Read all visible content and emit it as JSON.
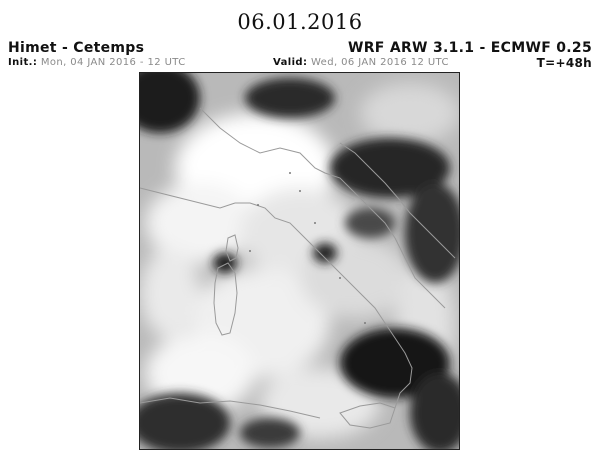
{
  "page": {
    "title": "06.01.2016"
  },
  "header": {
    "left_title": "Himet - Cetemps",
    "right_title": "WRF ARW 3.1.1 - ECMWF 0.25",
    "init_label": "Init.:",
    "init_value": "Mon, 04 JAN 2016 - 12 UTC",
    "valid_label": "Valid:",
    "valid_value": "Wed, 06 JAN 2016   12 UTC",
    "forecast_step": "T=+48h"
  },
  "map": {
    "description_colors": {
      "clear": "#1a1a1a",
      "cloud_thick": "#ffffff",
      "coastline": "#9a9a9a"
    }
  }
}
